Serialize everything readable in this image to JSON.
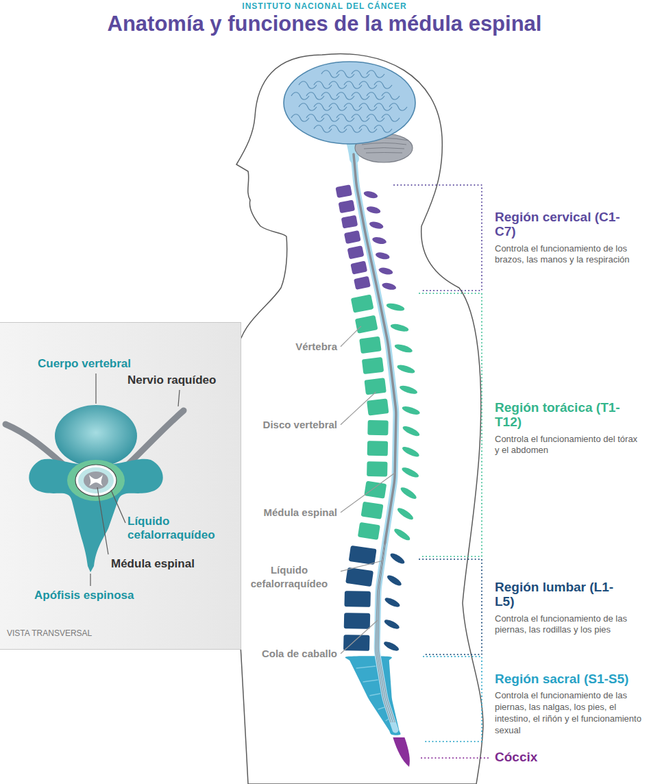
{
  "diagram": {
    "title": "Anatomía y funciones de la médula espinal",
    "nodes": [
      {
        "text": [
          "Cuerpo vertebral",
          "Nervio raquídeo",
          "Líquido cefalorraquídeo",
          "Médula espinal",
          "Apófisis espinosa",
          "VISTA TRANSVERSAL"
        ]
      }
    ],
    "edges": [],
    "labels": [
      "INSTITUTO NACIONAL DEL CÁNCER",
      "Región cervical (C1-C7)",
      "Controla el funcionamiento de los brazos, las manos y la respiración",
      "Vértebra",
      "Disco vertebral",
      "Médula espinal",
      "Líquido cefalorraquídeo",
      "Región torácica (T1-T12)",
      "Controla el funcionamiento del tórax y el abdomen",
      "Cola de caballo",
      "Región lumbar (L1-L5)",
      "Controla el funcionamiento de las piernas, las rodillas y los pies",
      "Región sacral (S1-S5)",
      "Controla el funcionamiento de las piernas, las nalgas, los pies, el intestino, el riñón y el funcionamiento sexual",
      "Cóccix"
    ]
  }
}
